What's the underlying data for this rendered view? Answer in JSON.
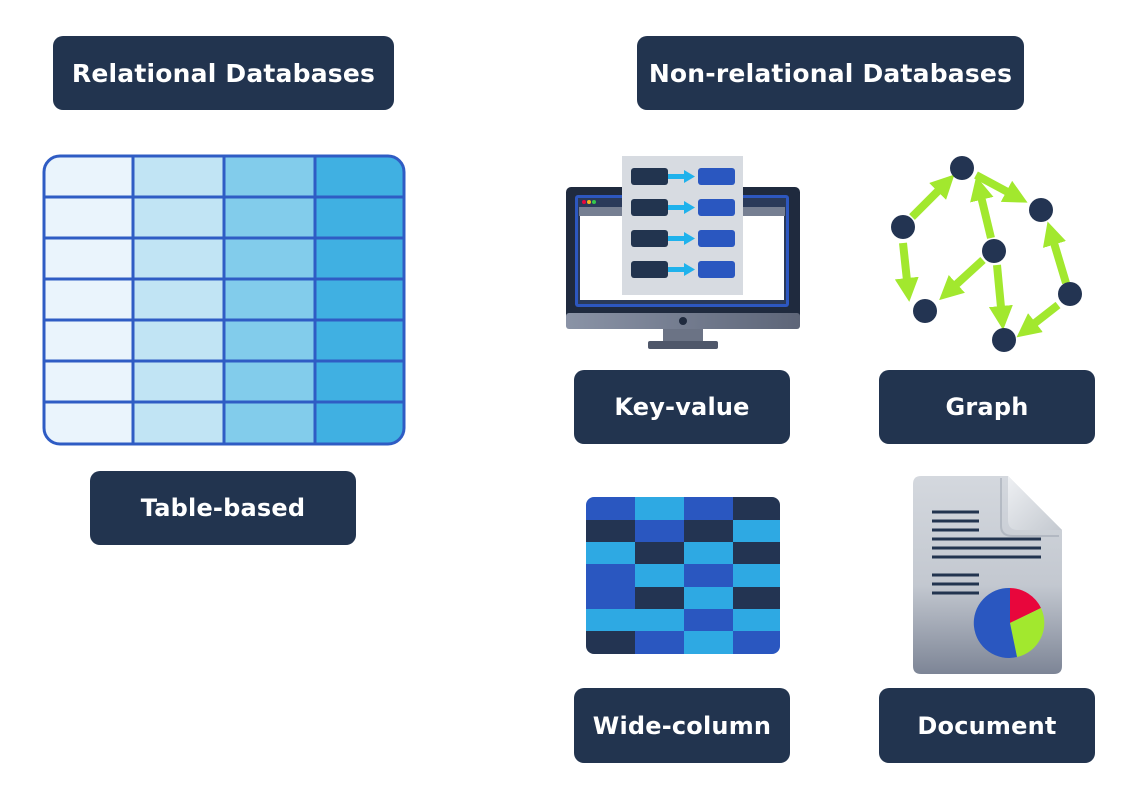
{
  "relational": {
    "title": "Relational Databases",
    "types": [
      {
        "label": "Table-based",
        "icon": "table-icon"
      }
    ]
  },
  "non_relational": {
    "title": "Non-relational Databases",
    "types": [
      {
        "label": "Key-value",
        "icon": "key-value-monitor-icon"
      },
      {
        "label": "Graph",
        "icon": "graph-network-icon"
      },
      {
        "label": "Wide-column",
        "icon": "wide-column-grid-icon"
      },
      {
        "label": "Document",
        "icon": "document-pie-chart-icon"
      }
    ]
  },
  "colors": {
    "label_bg": "#22344f",
    "table_border": "#2f5cc4",
    "table_col_shades": [
      "#eaf4fc",
      "#c1e4f4",
      "#82cceb",
      "#40b0e2"
    ],
    "grid_blue": "#2a57c0",
    "grid_cyan": "#2ea9e3",
    "grid_dark": "#233452",
    "graph_edge": "#a2e82e",
    "graph_node": "#233452",
    "pie": [
      "#e8063c",
      "#a2e82e",
      "#2a57c0"
    ]
  }
}
